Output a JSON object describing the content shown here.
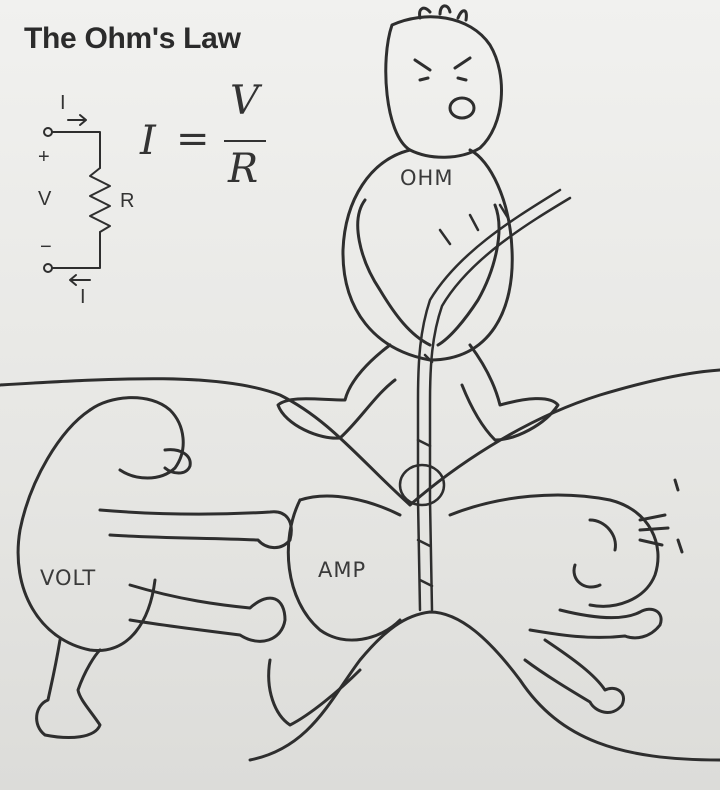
{
  "title": "The Ohm's Law",
  "formula": {
    "lhs": "I",
    "equals": "=",
    "numerator": "V",
    "denominator": "R"
  },
  "circuit": {
    "current_top": "I",
    "plus": "+",
    "voltage": "V",
    "resistor": "R",
    "minus": "−",
    "current_bottom": "I"
  },
  "characters": {
    "ohm": "OHM",
    "volt": "VOLT",
    "amp": "AMP"
  }
}
